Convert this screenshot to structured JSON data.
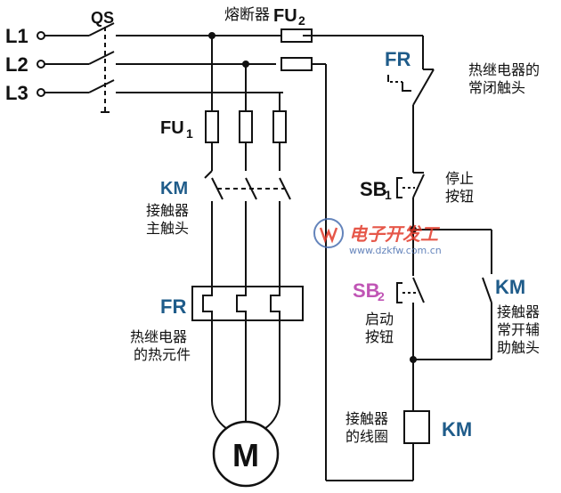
{
  "lines": [
    "L1",
    "L2",
    "L3"
  ],
  "qs": "QS",
  "fuse2_label": "熔断器",
  "fuse2_code": "FU",
  "fuse2_sub": "2",
  "fuse1_code": "FU",
  "fuse1_sub": "1",
  "km_main": {
    "code": "KM",
    "line1": "接触器",
    "line2": "主触头"
  },
  "fr_heat": {
    "code": "FR",
    "line1": "热继电器",
    "line2": "的热元件"
  },
  "motor": "M",
  "fr_nc": {
    "code": "FR",
    "line1": "热继电器的",
    "line2": "常闭触头"
  },
  "sb1": {
    "code": "SB",
    "sub": "1",
    "line1": "停止",
    "line2": "按钮"
  },
  "sb2": {
    "code": "SB",
    "sub": "2",
    "line1": "启动",
    "line2": "按钮"
  },
  "km_aux": {
    "code": "KM",
    "line1": "接触器",
    "line2": "常开辅",
    "line3": "助触头"
  },
  "km_coil": {
    "code": "KM",
    "line1": "接触器",
    "line2": "的线圈"
  },
  "watermark": {
    "cn": "电子开发工",
    "url": "www.dzkfw.com.cn"
  },
  "colors": {
    "line": "#111111",
    "blue": "#1f5c8a",
    "pink": "#c055b5",
    "wm_red": "#e23a2a",
    "wm_blue": "#4a6fb0"
  }
}
